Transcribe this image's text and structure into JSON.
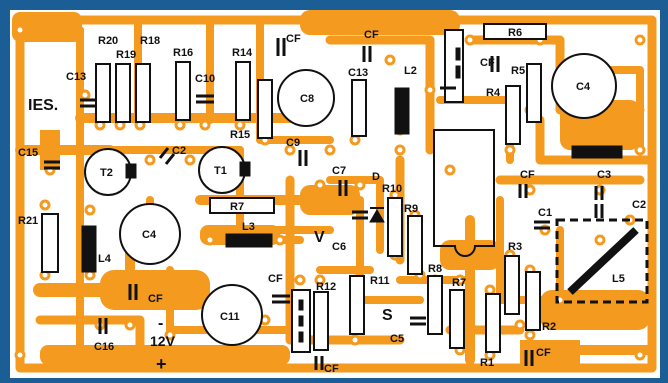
{
  "colors": {
    "frame": "#1b5e95",
    "board": "#ffffff",
    "trace": "#f39a1f",
    "ink": "#111111",
    "hole": "#ffffff"
  },
  "labels": {
    "ies": "IES.",
    "r20": "R20",
    "r19": "R19",
    "r18": "R18",
    "r16": "R16",
    "r14": "R14",
    "r15": "R15",
    "c13a": "C13",
    "c10": "C10",
    "cf1": "CF",
    "c8": "C8",
    "c9": "C9",
    "c13b": "C13",
    "cf2": "CF",
    "l2": "L2",
    "r6": "R6",
    "cf3": "CF",
    "r5": "R5",
    "r4": "R4",
    "c4a": "C4",
    "c15": "C15",
    "t2": "T2",
    "c2a": "C2",
    "t1": "T1",
    "c7": "C7",
    "d": "D",
    "r10": "R10",
    "r7a": "R7",
    "r9": "R9",
    "cf4": "CF",
    "c1": "C1",
    "c3": "C3",
    "c2b": "C2",
    "r21": "R21",
    "c4b": "C4",
    "l4": "L4",
    "l3": "L3",
    "v": "V",
    "c6": "C6",
    "r3": "R3",
    "l5": "L5",
    "cf5": "CF",
    "cf6": "CF",
    "r12": "R12",
    "r11": "R11",
    "r8": "R8",
    "r7b": "R7",
    "c11": "C11",
    "s": "S",
    "c5": "C5",
    "r2": "R2",
    "c16": "C16",
    "v12": "12V",
    "minus": "-",
    "plus": "+",
    "r1": "R1",
    "cf7": "CF",
    "cf8": "CF"
  }
}
